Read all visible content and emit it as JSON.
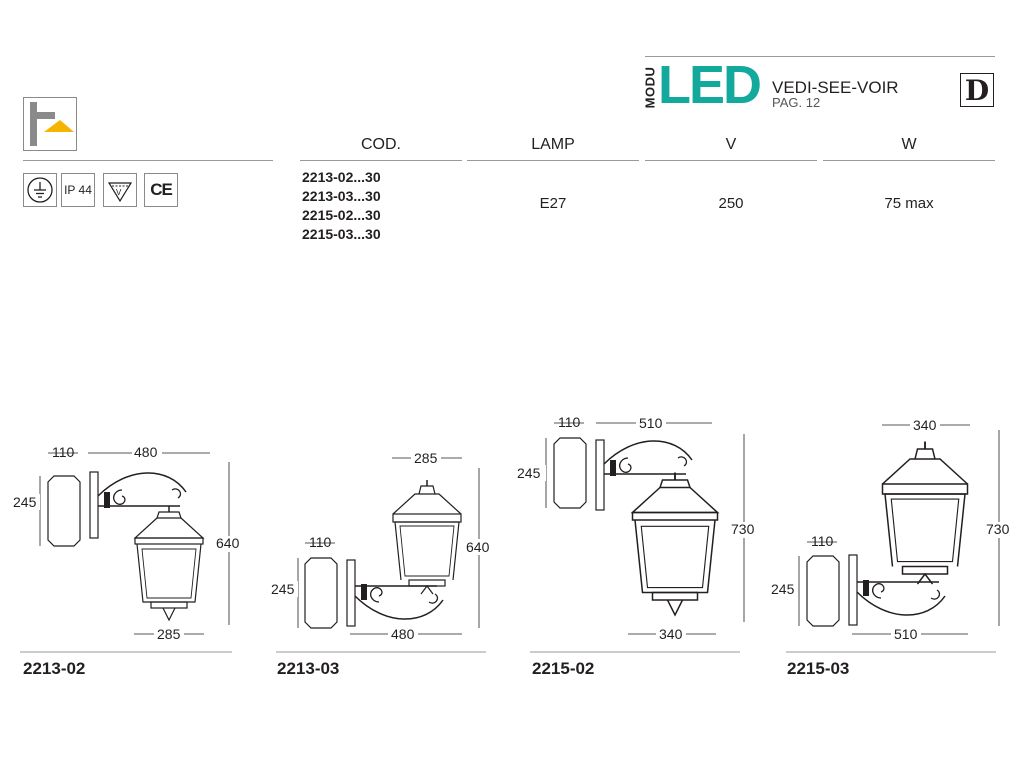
{
  "header": {
    "brand_small": "MODU",
    "brand_big": "LED",
    "see": "VEDI-SEE-VOIR",
    "page": "PAG. 12",
    "badge": "D"
  },
  "icons": {
    "ip": "IP 44",
    "ce": "CE",
    "names": [
      "mounting-icon",
      "earth-ground-icon",
      "ip-rating-icon",
      "no-cover-icon",
      "ce-mark-icon"
    ]
  },
  "table": {
    "headers": [
      "COD.",
      "LAMP",
      "V",
      "W"
    ],
    "codes": [
      "2213-02...30",
      "2213-03...30",
      "2215-02...30",
      "2215-03...30"
    ],
    "lamp": "E27",
    "volt": "250",
    "watt": "75 max"
  },
  "products": [
    {
      "code": "2213-02",
      "dims": {
        "plate_w": "110",
        "arm_l": "480",
        "plate_h": "245",
        "height": "640",
        "width": "285"
      }
    },
    {
      "code": "2213-03",
      "dims": {
        "plate_w": "110",
        "width": "285",
        "plate_h": "245",
        "height": "640",
        "arm_l": "480"
      }
    },
    {
      "code": "2215-02",
      "dims": {
        "plate_w": "110",
        "arm_l": "510",
        "plate_h": "245",
        "height": "730",
        "width": "340"
      }
    },
    {
      "code": "2215-03",
      "dims": {
        "width": "340",
        "plate_w": "110",
        "plate_h": "245",
        "height": "730",
        "arm_l": "510"
      }
    }
  ],
  "colors": {
    "accent": "#13a99c",
    "text": "#231f20",
    "rule": "#9a9a9a",
    "warning_yellow": "#f5b400"
  }
}
